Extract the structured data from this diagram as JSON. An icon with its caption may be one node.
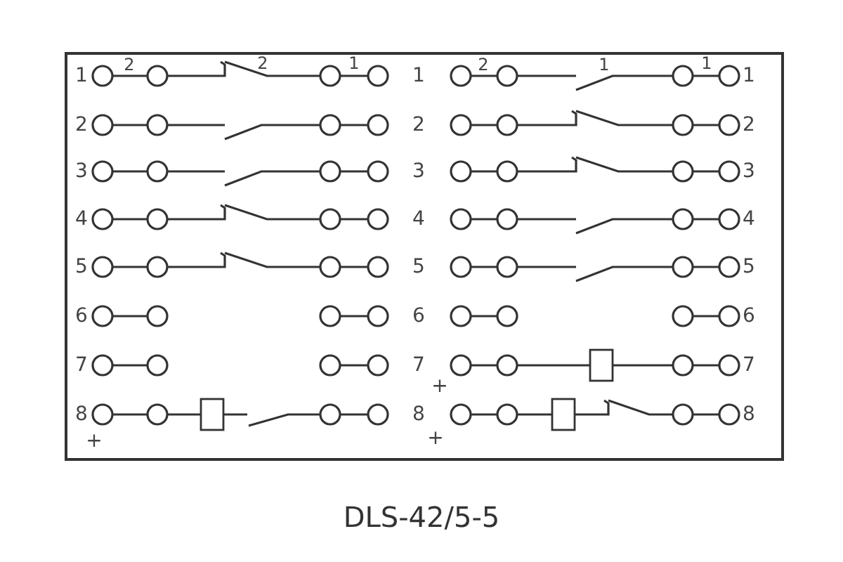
{
  "diagram": {
    "caption": "DLS-42/5-5",
    "labels": [
      "2",
      "2",
      "1",
      "2",
      "1",
      "1",
      "1",
      "1",
      "1",
      "2",
      "2",
      "2",
      "3",
      "3",
      "3",
      "4",
      "4",
      "4",
      "5",
      "5",
      "5",
      "6",
      "6",
      "6",
      "7",
      "7",
      "7",
      "+",
      "8",
      "8",
      "8",
      "+",
      "+"
    ]
  }
}
